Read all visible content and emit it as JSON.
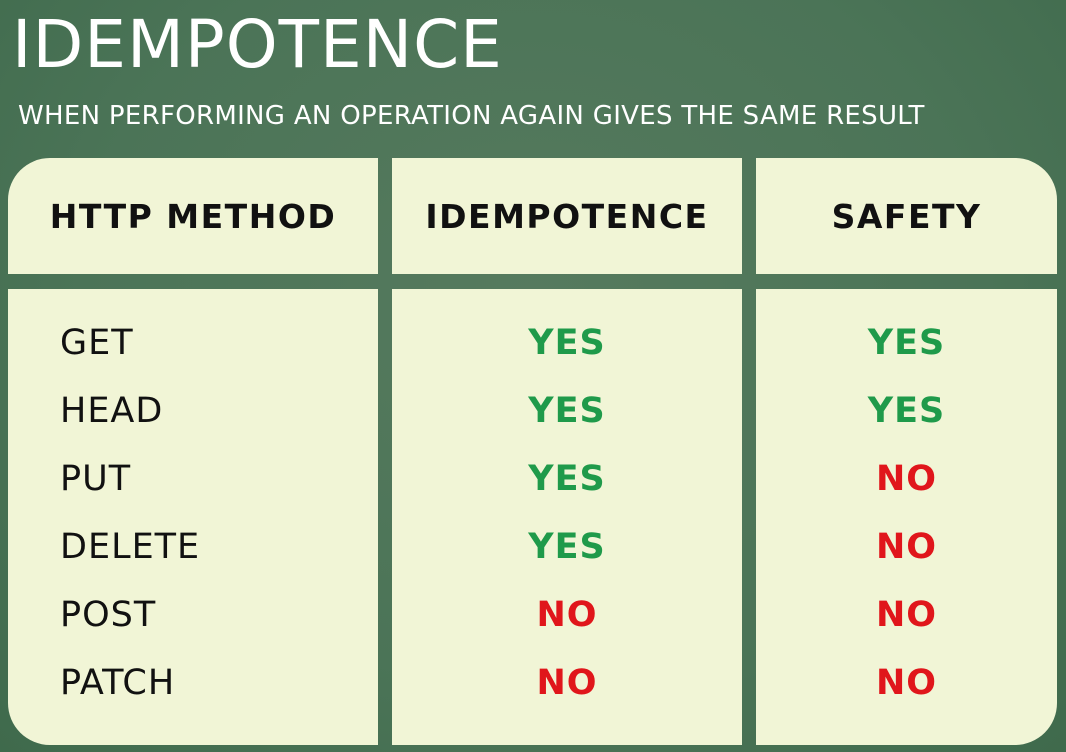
{
  "title": "IDEMPOTENCE",
  "subtitle": "WHEN PERFORMING AN OPERATION AGAIN GIVES THE SAME RESULT",
  "table": {
    "headers": [
      "HTTP METHOD",
      "IDEMPOTENCE",
      "SAFETY"
    ],
    "rows": [
      {
        "method": "GET",
        "idempotence": "YES",
        "safety": "YES"
      },
      {
        "method": "HEAD",
        "idempotence": "YES",
        "safety": "YES"
      },
      {
        "method": "PUT",
        "idempotence": "YES",
        "safety": "NO"
      },
      {
        "method": "DELETE",
        "idempotence": "YES",
        "safety": "NO"
      },
      {
        "method": "POST",
        "idempotence": "NO",
        "safety": "NO"
      },
      {
        "method": "PATCH",
        "idempotence": "NO",
        "safety": "NO"
      }
    ]
  },
  "colors": {
    "background": "#4b7457",
    "panel": "#f1f5d6",
    "yes": "#1f9a4a",
    "no": "#e0161b",
    "text": "#111111"
  }
}
